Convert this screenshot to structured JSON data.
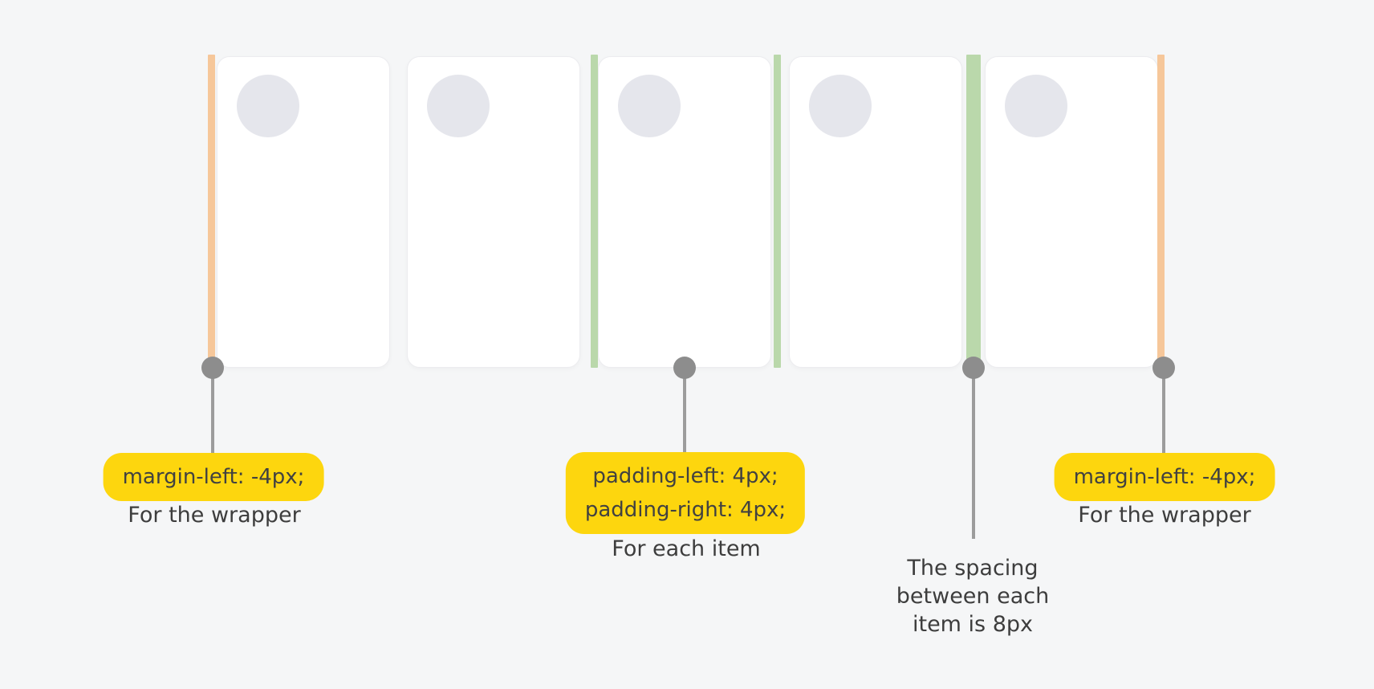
{
  "diagram": {
    "description": "CSS spacing diagram with five item cards",
    "card_count": 5
  },
  "colors": {
    "background": "#f5f6f7",
    "card": "#ffffff",
    "card_border": "#ececef",
    "avatar": "#e5e6ec",
    "wrapper_margin_highlight": "#f6c79a",
    "item_padding_highlight": "#bad8ab",
    "connector_gray": "#9c9c9c",
    "pill_yellow": "#fdd60e",
    "label_text": "#3d3d3d"
  },
  "callouts": {
    "wrapper_left": {
      "pill_lines": [
        "margin-left: -4px;"
      ],
      "caption": "For the wrapper"
    },
    "item_padding": {
      "pill_lines": [
        "padding-left: 4px;",
        "padding-right: 4px;"
      ],
      "caption": "For each item"
    },
    "item_spacing": {
      "caption_lines": [
        "The spacing",
        "between each",
        "item is 8px"
      ]
    },
    "wrapper_right": {
      "pill_lines": [
        "margin-left: -4px;"
      ],
      "caption": "For the wrapper"
    }
  }
}
